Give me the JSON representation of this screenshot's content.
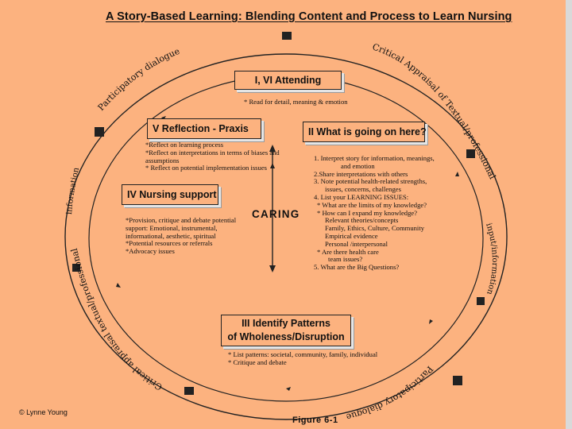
{
  "title": "A Story-Based Learning:  Blending Content and Process to Learn Nursing",
  "ring_labels": {
    "participatory_dialogue_tl": "Participatory  dialogue",
    "critical_tr": "Critical",
    "appraisal_of_textual_professional": "Appraisal  of  Textual/professional",
    "input_information_right": "input/information",
    "participatory_dialogue_bottom": "Participatory  dialogue",
    "critical_appraisal_bottom_left": "Critical  appraisal",
    "textual_professional_left": "textual/professional",
    "information_left": "information"
  },
  "stages": {
    "attending": {
      "label": "I, VI  Attending",
      "note": "* Read for detail, meaning & emotion"
    },
    "reflection": {
      "label": "V  Reflection - Praxis",
      "items": [
        "*Reflect on learning process",
        "*Reflect on interpretations in terms of biases and",
        "assumptions",
        "* Reflect on potential implementation issues"
      ]
    },
    "whats_going_on": {
      "label": "II  What is going on here?",
      "items": [
        "1. Interpret story for information, meanings,",
        "and emotion",
        "2.Share interpretations with others",
        "3. Note potential health-related strengths,",
        "issues, concerns, challenges",
        "4.  List your LEARNING ISSUES:",
        "*  What are the limits of my knowledge?",
        "*  How can I expand my knowledge?",
        "Relevant theories/concepts",
        "Family, Ethics, Culture, Community",
        "Empirical evidence",
        "Personal /interpersonal",
        "*  Are there health care",
        "team issues?",
        "5.  What are the Big Questions?"
      ]
    },
    "nursing_support": {
      "label": "IV Nursing support",
      "items": [
        "*Provision, critique and debate potential",
        "support: Emotional, instrumental,",
        "informational, aesthetic, spiritual",
        "*Potential resources or referrals",
        "*Advocacy issues"
      ]
    },
    "patterns": {
      "label_line1": "III  Identify Patterns",
      "label_line2": "of Wholeness/Disruption",
      "items": [
        "* List patterns: societal, community, family, individual",
        "* Critique and debate"
      ]
    }
  },
  "center_label": "CARING",
  "copyright": "© Lynne Young",
  "figure_caption": "Figure 6-1"
}
